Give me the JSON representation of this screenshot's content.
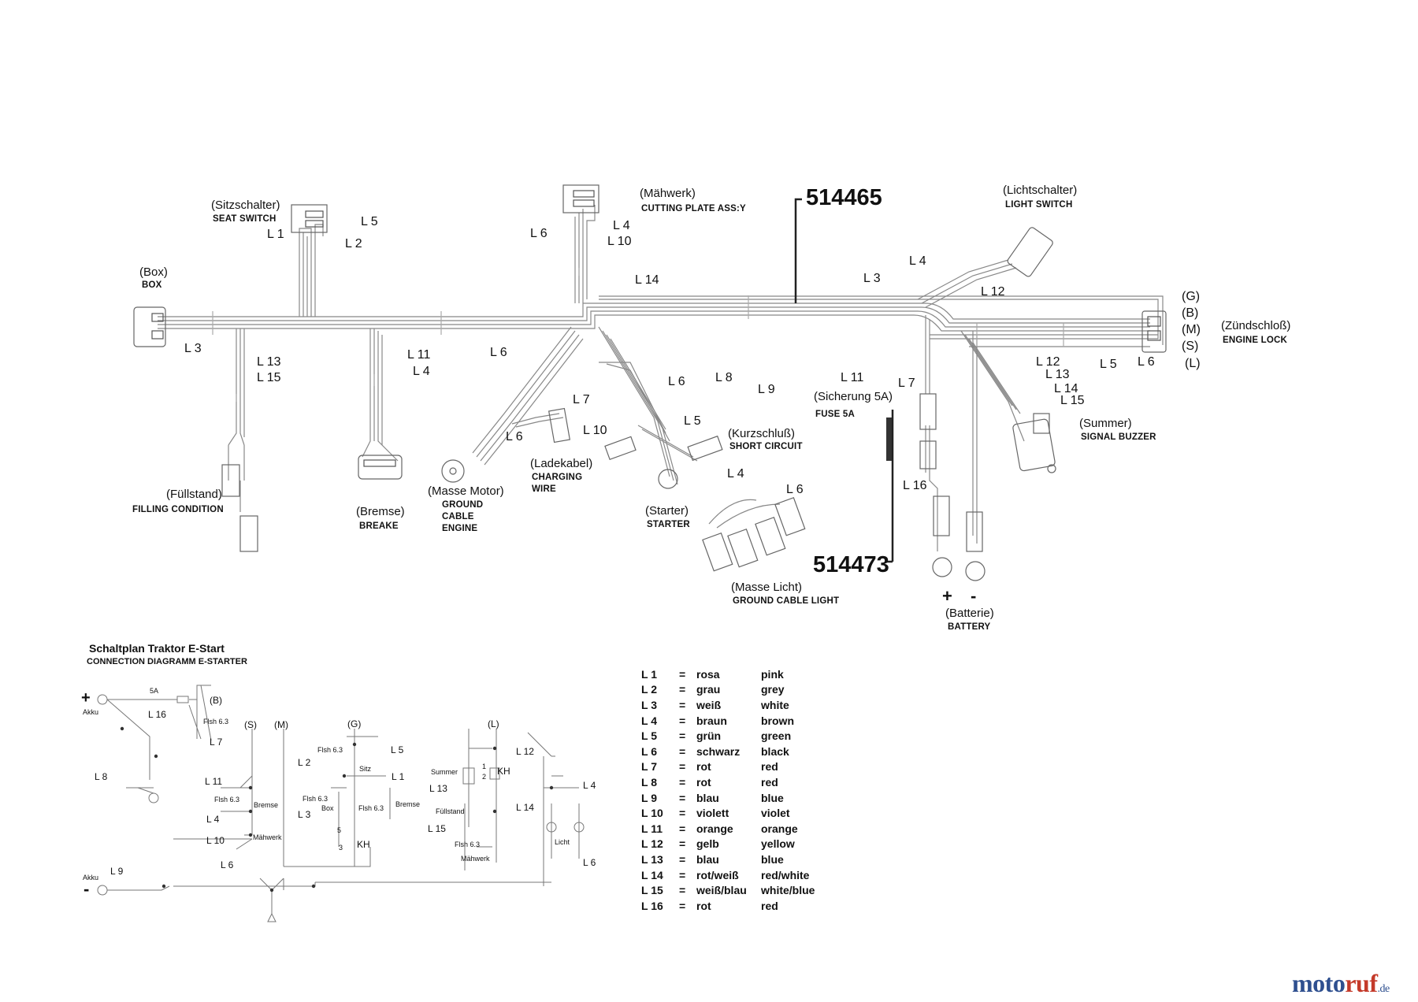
{
  "components": {
    "seat_switch": {
      "de": "(Sitzschalter)",
      "en": "SEAT SWITCH"
    },
    "cutting_plate": {
      "de": "(Mähwerk)",
      "en": "CUTTING PLATE ASS:Y"
    },
    "light_switch": {
      "de": "(Lichtschalter)",
      "en": "LIGHT SWITCH"
    },
    "box": {
      "de": "(Box)",
      "en": "BOX"
    },
    "engine_lock": {
      "de": "(Zündschloß)",
      "en": "ENGINE LOCK"
    },
    "fuse": {
      "de": "(Sicherung 5A)",
      "en": "FUSE 5A"
    },
    "signal_buzzer": {
      "de": "(Summer)",
      "en": "SIGNAL BUZZER"
    },
    "short_circuit": {
      "de": "(Kurzschluß)",
      "en": "SHORT CIRCUIT"
    },
    "filling_condition": {
      "de": "(Füllstand)",
      "en": "FILLING CONDITION"
    },
    "brake": {
      "de": "(Bremse)",
      "en": "BREAKE"
    },
    "ground_motor": {
      "de": "(Masse Motor)",
      "en1": "GROUND",
      "en2": "CABLE",
      "en3": "ENGINE"
    },
    "charging": {
      "de": "(Ladekabel)",
      "en1": "CHARGING",
      "en2": "WIRE"
    },
    "starter": {
      "de": "(Starter)",
      "en": "STARTER"
    },
    "ground_light": {
      "de": "(Masse Licht)",
      "en": "GROUND CABLE LIGHT"
    },
    "battery": {
      "de": "(Batterie)",
      "en": "BATTERY",
      "plus": "+",
      "minus": "-"
    }
  },
  "part_numbers": [
    "514465",
    "514473"
  ],
  "engine_lock_pins": [
    "(G)",
    "(B)",
    "(M)",
    "(S)",
    "(L)"
  ],
  "wire_labels": {
    "L1": "L 1",
    "L2": "L 2",
    "L3": "L 3",
    "L4": "L 4",
    "L5": "L 5",
    "L6": "L 6",
    "L7": "L 7",
    "L8": "L 8",
    "L9": "L 9",
    "L10": "L 10",
    "L11": "L 11",
    "L12": "L 12",
    "L13": "L 13",
    "L14": "L 14",
    "L15": "L 15",
    "L16": "L 16"
  },
  "schematic": {
    "title": "Schaltplan Traktor E-Start",
    "subtitle": "CONNECTION DIAGRAMM E-STARTER",
    "plus": "+",
    "minus": "-",
    "akku": "Akku",
    "fuse": "5A",
    "flsh": "Flsh 6.3",
    "bremse": "Bremse",
    "maehwerk": "Mähwerk",
    "box": "Box",
    "sitz": "Sitz",
    "summer": "Summer",
    "fuellstand": "Füllstand",
    "licht": "Licht",
    "kh": "KH",
    "n1": "1",
    "n2": "2",
    "n3": "3",
    "n5": "5",
    "G": "(G)",
    "B": "(B)",
    "S": "(S)",
    "M": "(M)",
    "L": "(L)"
  },
  "legend": [
    {
      "code": "L 1",
      "de": "rosa",
      "en": "pink"
    },
    {
      "code": "L 2",
      "de": "grau",
      "en": "grey"
    },
    {
      "code": "L 3",
      "de": "weiß",
      "en": "white"
    },
    {
      "code": "L 4",
      "de": "braun",
      "en": "brown"
    },
    {
      "code": "L 5",
      "de": "grün",
      "en": "green"
    },
    {
      "code": "L 6",
      "de": "schwarz",
      "en": "black"
    },
    {
      "code": "L 7",
      "de": "rot",
      "en": "red"
    },
    {
      "code": "L 8",
      "de": "rot",
      "en": "red"
    },
    {
      "code": "L 9",
      "de": "blau",
      "en": "blue"
    },
    {
      "code": "L 10",
      "de": "violett",
      "en": "violet"
    },
    {
      "code": "L 11",
      "de": "orange",
      "en": "orange"
    },
    {
      "code": "L 12",
      "de": "gelb",
      "en": "yellow"
    },
    {
      "code": "L 13",
      "de": "blau",
      "en": "blue"
    },
    {
      "code": "L 14",
      "de": "rot/weiß",
      "en": "red/white"
    },
    {
      "code": "L 15",
      "de": "weiß/blau",
      "en": "white/blue"
    },
    {
      "code": "L 16",
      "de": "rot",
      "en": "red"
    }
  ],
  "legend_eq": "=",
  "logo": {
    "a": "moto",
    "b": "ruf",
    "c": ".de"
  }
}
